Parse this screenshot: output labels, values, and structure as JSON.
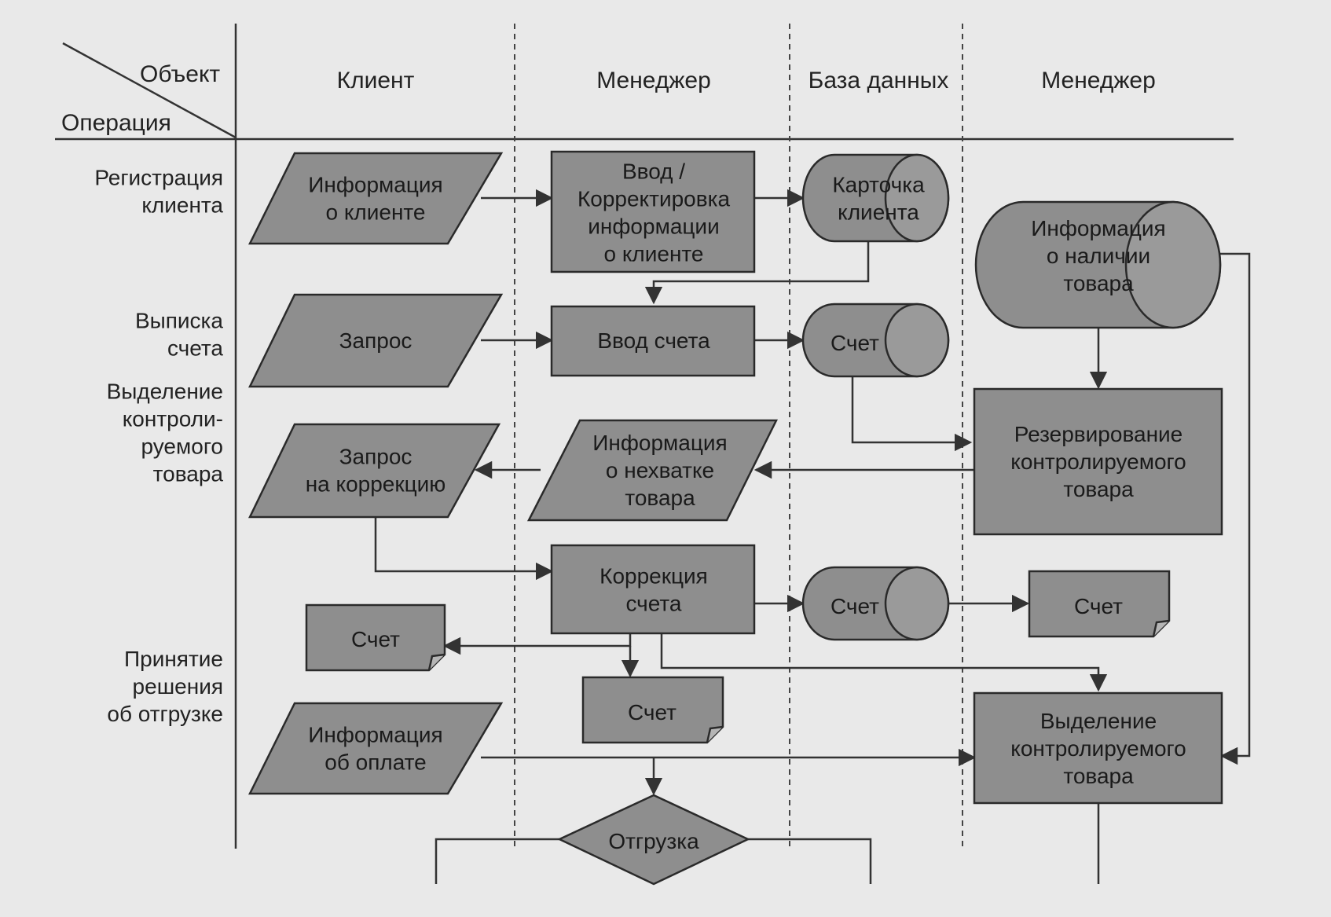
{
  "header": {
    "object_label": "Объект",
    "operation_label": "Операция",
    "columns": [
      "Клиент",
      "Менеджер",
      "База данных",
      "Менеджер"
    ]
  },
  "operations": [
    [
      "Регистрация",
      "клиента"
    ],
    [
      "Выписка",
      "счета"
    ],
    [
      "Выделение",
      "контроли-",
      "руемого",
      "товара"
    ],
    [
      "Принятие",
      "решения",
      "об отгрузке"
    ]
  ],
  "shapes": {
    "client_info": [
      "Информация",
      "о клиенте"
    ],
    "input_client": [
      "Ввод /",
      "Корректировка",
      "информации",
      "о клиенте"
    ],
    "client_card": [
      "Карточка",
      "клиента"
    ],
    "stock_info": [
      "Информация",
      "о наличии",
      "товара"
    ],
    "request": [
      "Запрос"
    ],
    "invoice_entry": [
      "Ввод счета"
    ],
    "invoice_db_1": [
      "Счет"
    ],
    "reserve": [
      "Резервирование",
      "контролируемого",
      "товара"
    ],
    "correction_request": [
      "Запрос",
      "на коррекцию"
    ],
    "shortage_info": [
      "Информация",
      "о нехватке",
      "товара"
    ],
    "invoice_correction": [
      "Коррекция",
      "счета"
    ],
    "invoice_db_2": [
      "Счет"
    ],
    "invoice_doc_manager": [
      "Счет"
    ],
    "invoice_doc_client": [
      "Счет"
    ],
    "invoice_doc_middle": [
      "Счет"
    ],
    "payment_info": [
      "Информация",
      "об оплате"
    ],
    "allocate": [
      "Выделение",
      "контролируемого",
      "товара"
    ],
    "shipment": [
      "Отгрузка"
    ]
  },
  "colors": {
    "shape_fill": "#8e8e8e",
    "shape_stroke": "#2a2a2a",
    "line": "#333333",
    "background": "#e9e9e9"
  }
}
